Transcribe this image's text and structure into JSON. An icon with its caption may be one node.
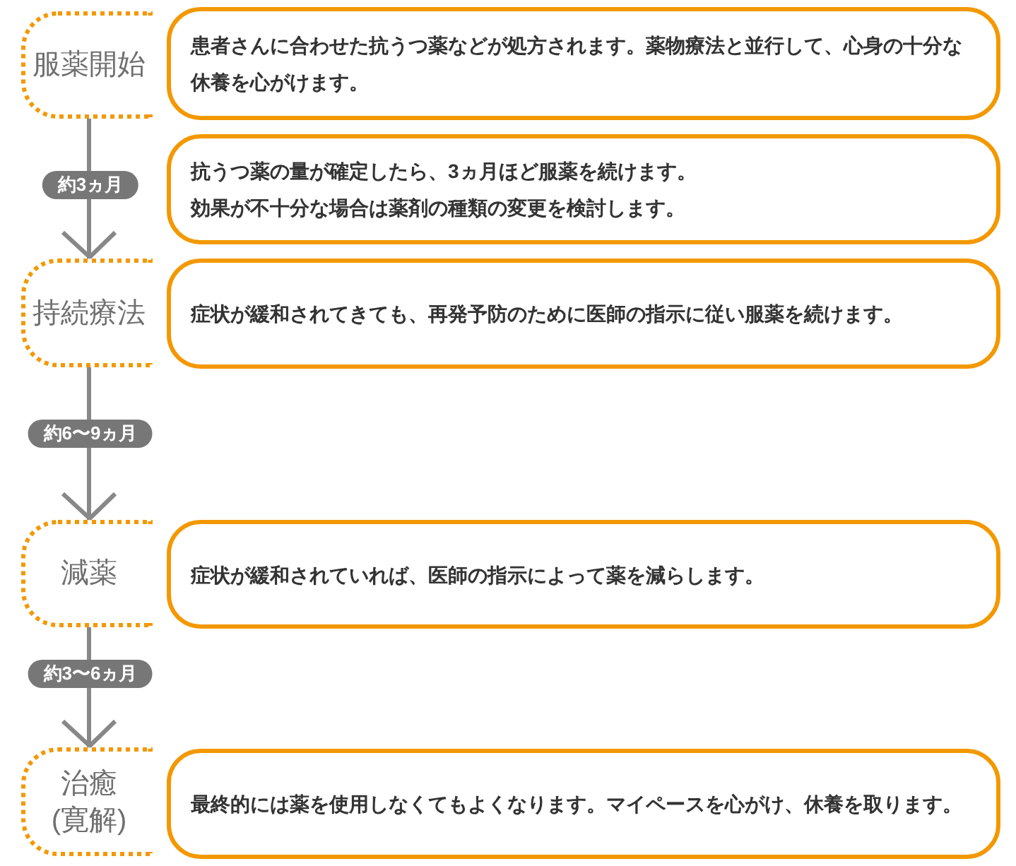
{
  "diagram": {
    "nodes": [
      {
        "text": [
          "服薬開始"
        ]
      },
      {
        "text": [
          "患者さんに合わせた抗うつ薬などが処方されます。薬物療法と並行して、心身の十分な休養を心がけます。"
        ]
      },
      {
        "text": [
          "抗うつ薬の量が確定したら、3ヵ月ほど服薬を続けます。",
          "効果が不十分な場合は薬剤の種類の変更を検討します。"
        ]
      },
      {
        "text": [
          "持続療法"
        ]
      },
      {
        "text": [
          "症状が緩和されてきても、再発予防のために医師の指示に従い服薬を続けます。"
        ]
      },
      {
        "text": [
          "減薬"
        ]
      },
      {
        "text": [
          "症状が緩和されていれば、医師の指示によって薬を減らします。"
        ]
      },
      {
        "text": [
          "治癒(寛解)"
        ]
      },
      {
        "text": [
          "最終的には薬を使用しなくてもよくなります。マイペースを心がけ、休養を取ります。"
        ]
      }
    ],
    "edges": [
      {
        "from": 0,
        "to": 3,
        "arrow": "to",
        "label": "約3ヵ月"
      },
      {
        "from": 3,
        "to": 5,
        "arrow": "to",
        "label": "約6〜9ヵ月"
      },
      {
        "from": 5,
        "to": 7,
        "arrow": "to",
        "label": "約3〜6ヵ月"
      }
    ]
  }
}
